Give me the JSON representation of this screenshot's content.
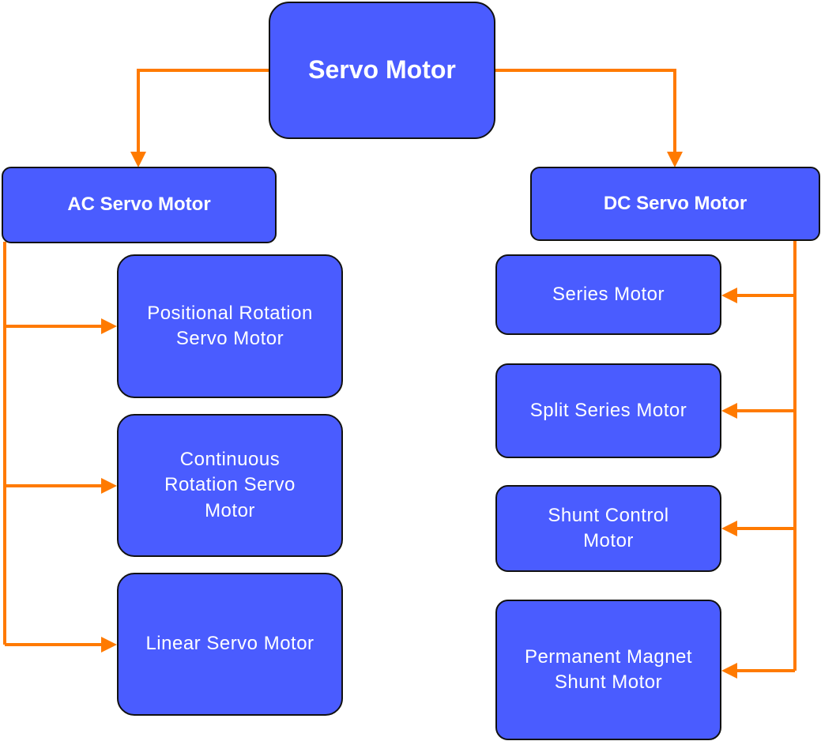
{
  "diagram": {
    "connector_color": "#ff7a00",
    "box_color": "#4a5cff",
    "text_color": "#ffffff",
    "root": {
      "label": "Servo Motor"
    },
    "ac": {
      "label": "AC Servo Motor",
      "children": [
        {
          "label": "Positional Rotation Servo Motor"
        },
        {
          "label": "Continuous Rotation Servo Motor"
        },
        {
          "label": "Linear Servo Motor"
        }
      ]
    },
    "dc": {
      "label": "DC Servo Motor",
      "children": [
        {
          "label": "Series Motor"
        },
        {
          "label": "Split Series Motor"
        },
        {
          "label": "Shunt Control Motor"
        },
        {
          "label": "Permanent Magnet Shunt Motor"
        }
      ]
    }
  }
}
